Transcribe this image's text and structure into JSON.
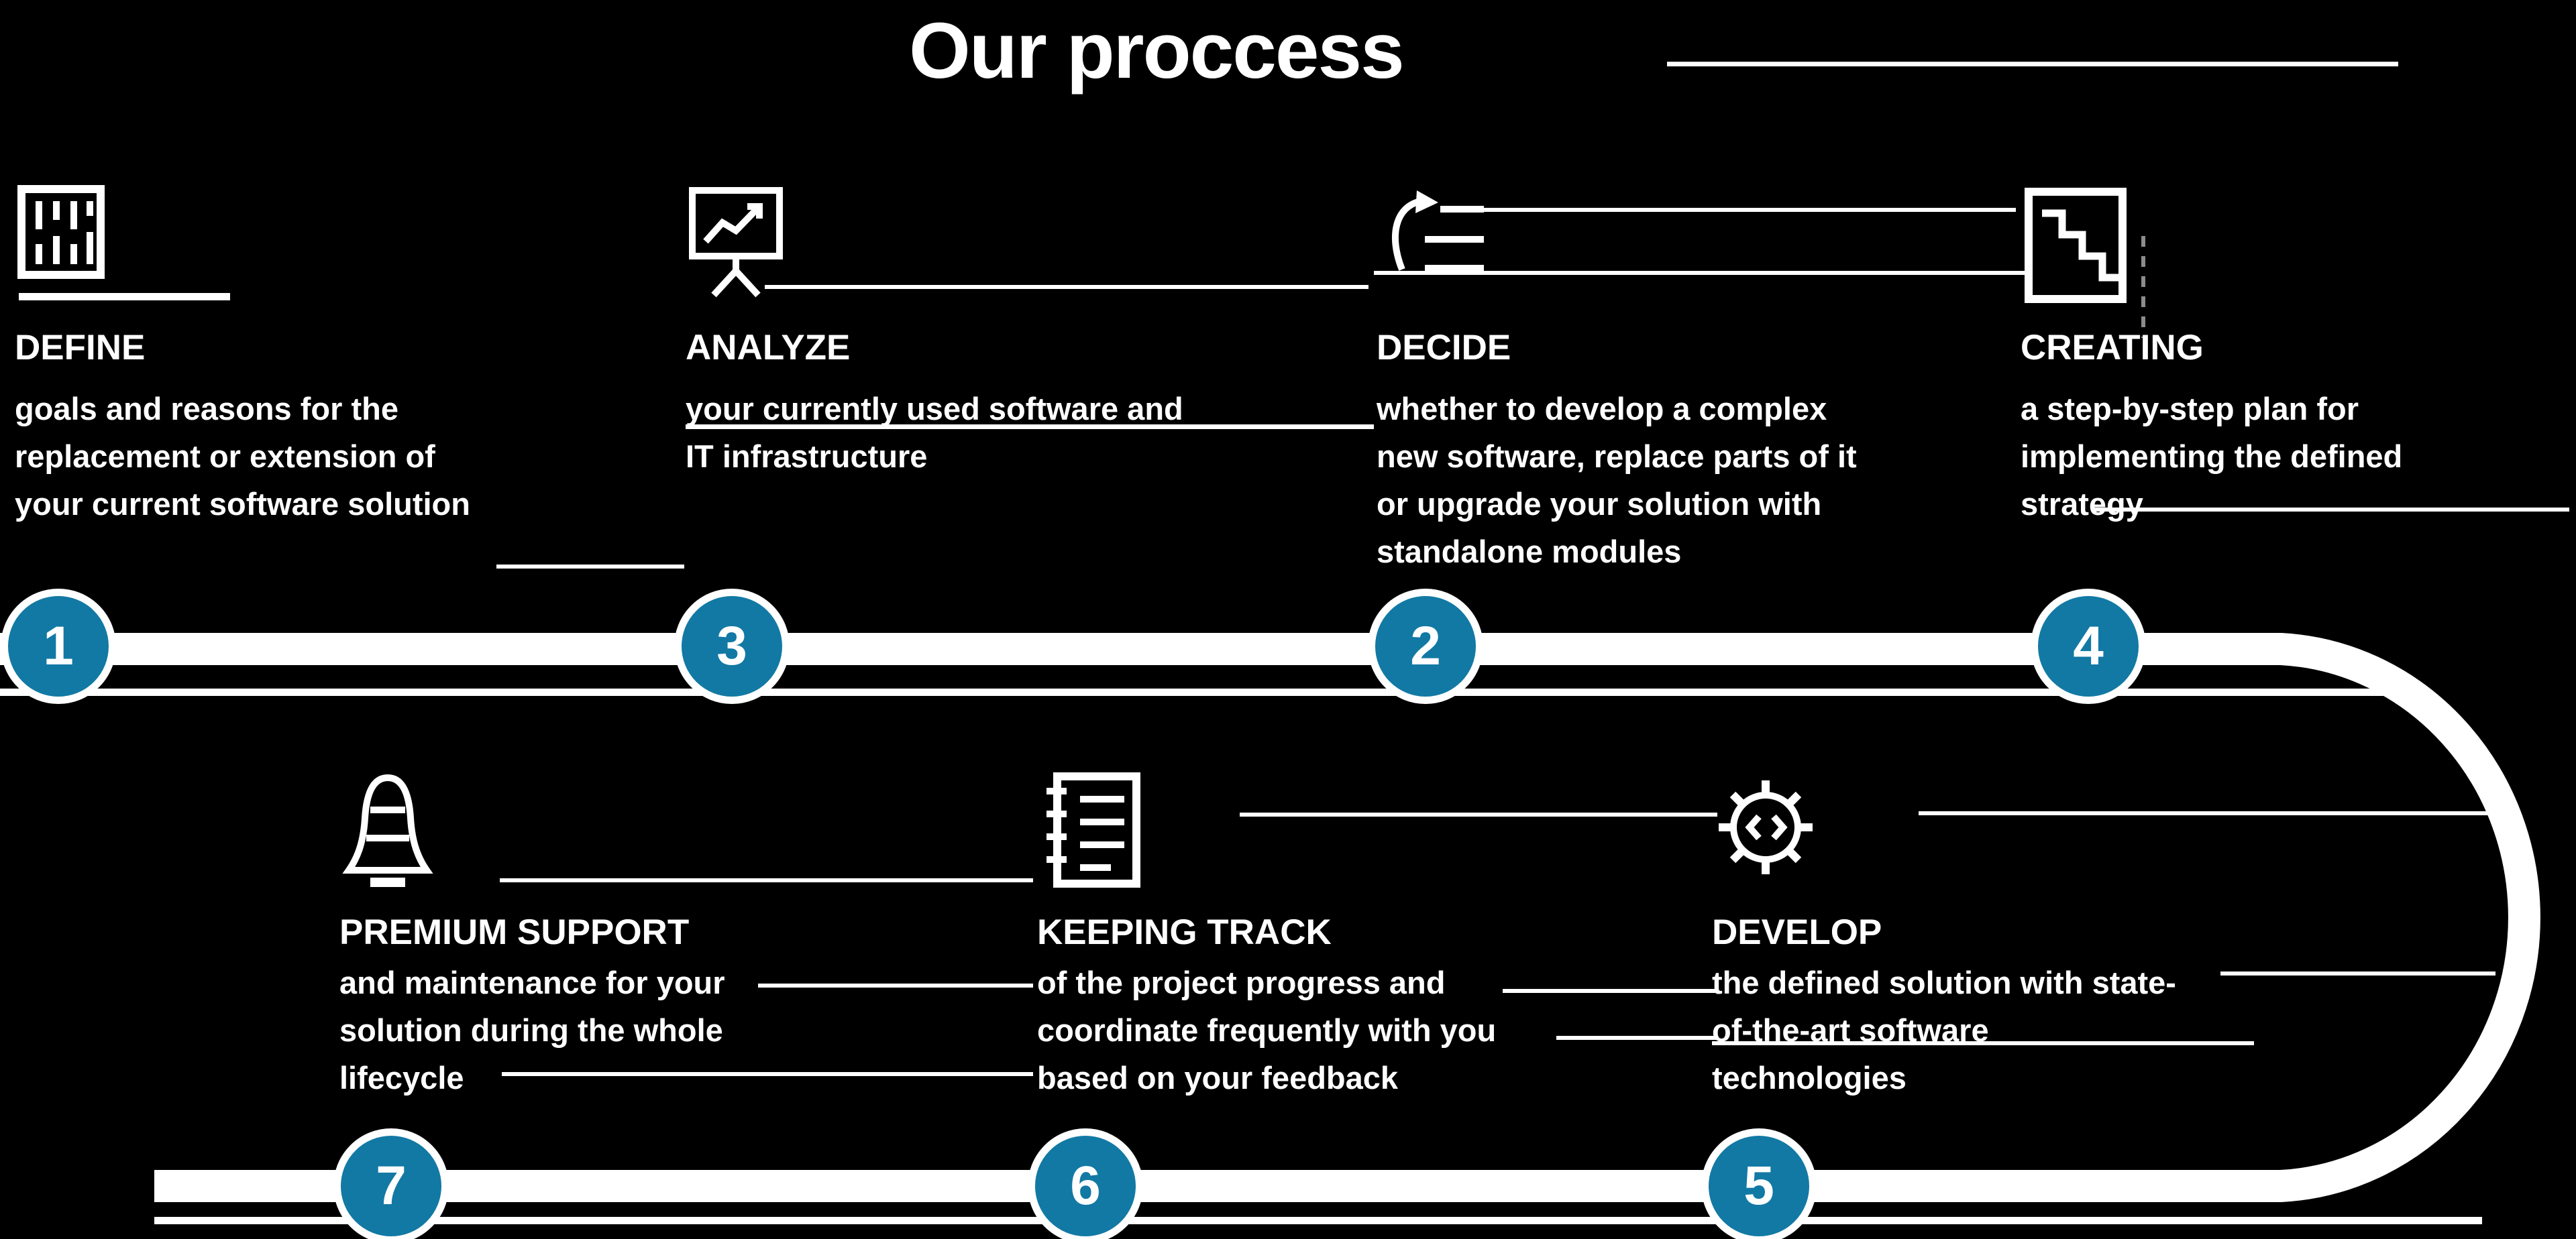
{
  "title": "Our proccess",
  "colors": {
    "background": "#000000",
    "foreground": "#ffffff",
    "step_circle": "#1279a4"
  },
  "steps_top": [
    {
      "number": "1",
      "heading": "DEFINE",
      "icon": "chart-board-icon",
      "text": [
        "goals and reasons for the",
        "replacement or extension of",
        "your current software solution"
      ]
    },
    {
      "number": "3",
      "heading": "ANALYZE",
      "icon": "presentation-chart-icon",
      "text": [
        "your currently used software and",
        "IT infrastructure"
      ]
    },
    {
      "number": "2",
      "heading": "DECIDE",
      "icon": "list-refresh-icon",
      "text": [
        "whether to develop a complex",
        "new software, replace parts of it",
        "or upgrade your solution with",
        "standalone modules"
      ]
    },
    {
      "number": "4",
      "heading": "CREATING",
      "icon": "plan-steps-icon",
      "text": [
        "a step-by-step plan for",
        "implementing the defined",
        "strategy"
      ]
    }
  ],
  "steps_bottom": [
    {
      "number": "7",
      "heading": "PREMIUM SUPPORT",
      "icon": "bell-icon",
      "text": [
        "and maintenance for your",
        "solution during the whole",
        "lifecycle"
      ]
    },
    {
      "number": "6",
      "heading": "KEEPING TRACK",
      "icon": "notes-icon",
      "text": [
        "of the project progress and",
        "coordinate frequently with you",
        "based on your feedback"
      ]
    },
    {
      "number": "5",
      "heading": "DEVELOP",
      "icon": "gear-code-icon",
      "text": [
        "the defined solution with state-",
        "of-the-art software",
        "technologies"
      ]
    }
  ]
}
